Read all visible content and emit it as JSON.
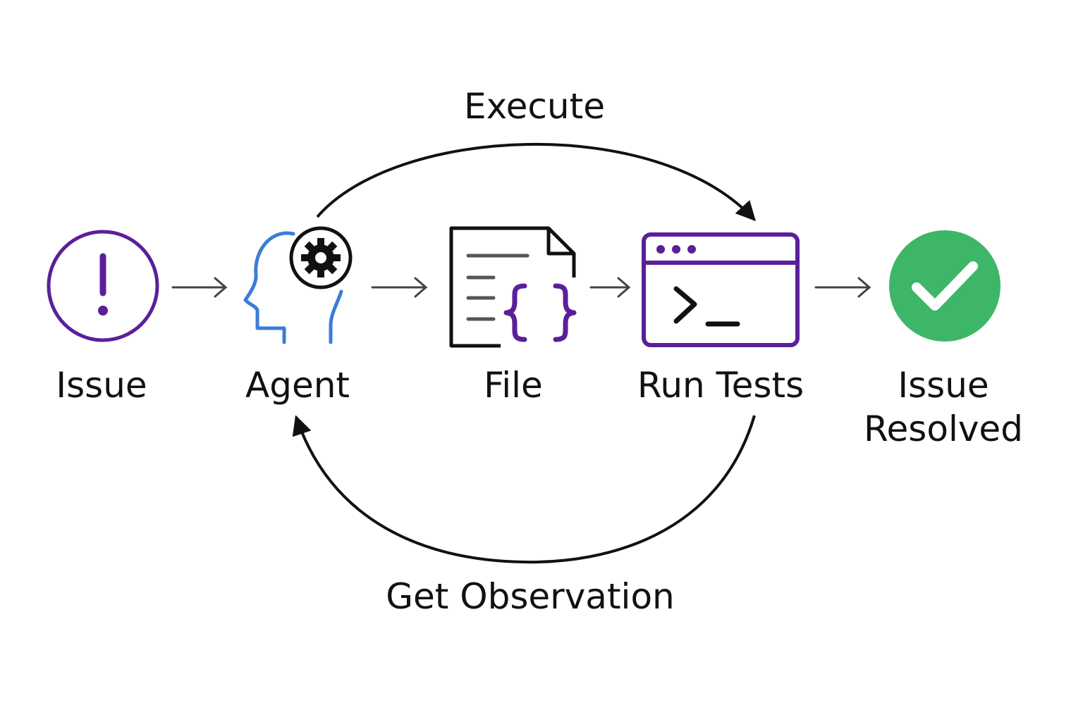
{
  "diagram": {
    "loop_labels": {
      "top": "Execute",
      "bottom": "Get Observation"
    },
    "nodes": [
      {
        "id": "issue",
        "label": "Issue",
        "icon": "exclamation-circle-icon",
        "color": "#5b1f9a"
      },
      {
        "id": "agent",
        "label": "Agent",
        "icon": "head-gear-icon",
        "color": "#3b7dd8"
      },
      {
        "id": "file",
        "label": "File",
        "icon": "code-file-icon",
        "color": "#5b1f9a"
      },
      {
        "id": "run-tests",
        "label": "Run Tests",
        "icon": "terminal-window-icon",
        "color": "#5b1f9a"
      },
      {
        "id": "issue-resolved",
        "label": "Issue\nResolved",
        "icon": "check-circle-icon",
        "color": "#3db667"
      }
    ],
    "colors": {
      "purple": "#5b1f9a",
      "blue": "#3b7dd8",
      "green": "#3db667",
      "ink": "#111111",
      "gray": "#444444"
    }
  }
}
